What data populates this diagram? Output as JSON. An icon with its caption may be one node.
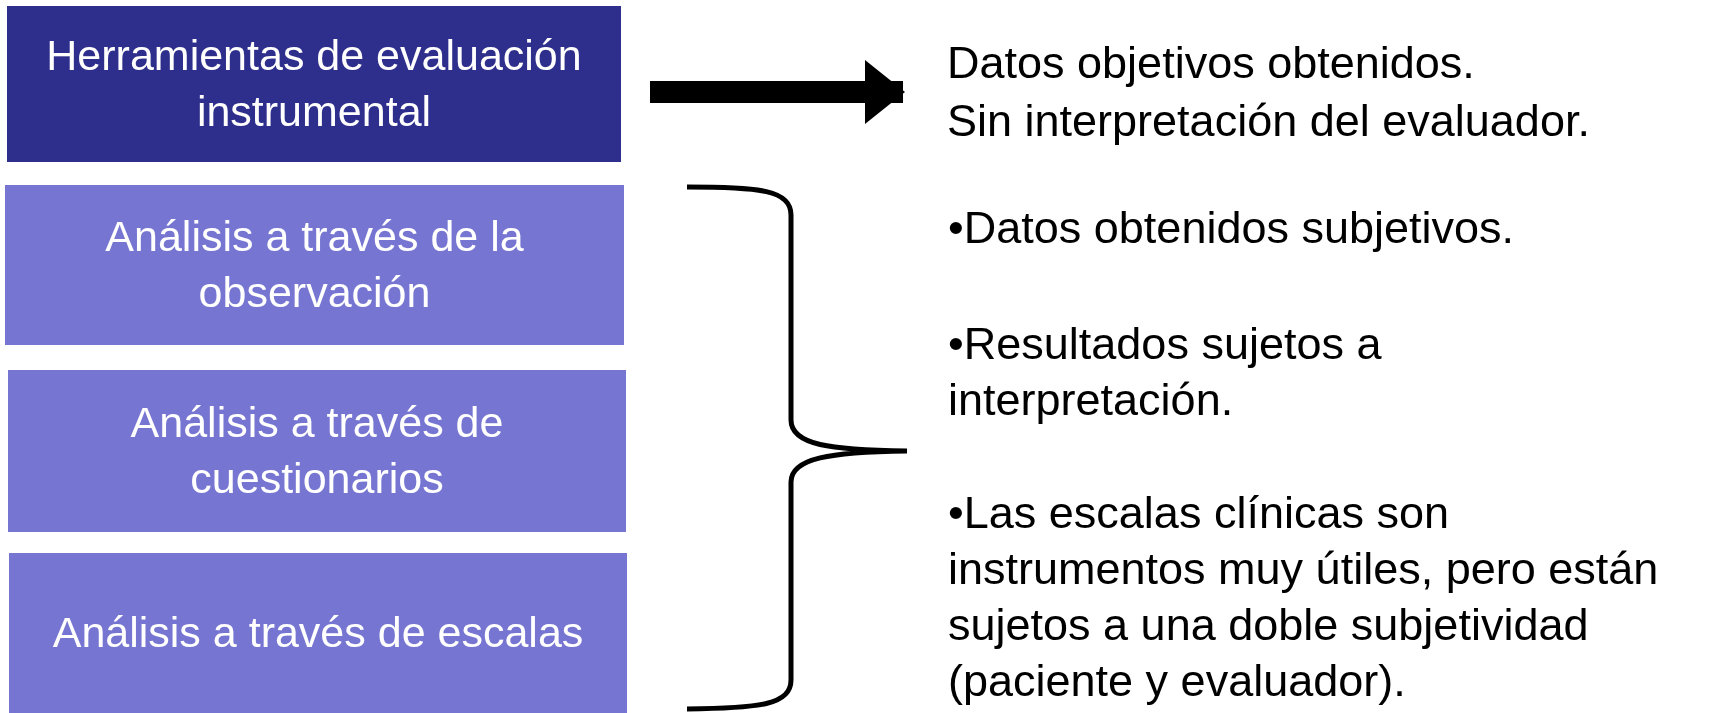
{
  "diagram": {
    "nodes": [
      {
        "text": [
          "Herramientas de evaluación instrumental"
        ]
      },
      {
        "text": [
          "Datos objetivos obtenidos.",
          "Sin interpretación del evaluador."
        ]
      },
      {
        "text": [
          "Análisis a través de la observación"
        ]
      },
      {
        "text": [
          "Análisis a través de cuestionarios"
        ]
      },
      {
        "text": [
          "Análisis a través de escalas"
        ]
      }
    ],
    "edges": [
      {
        "from": 0,
        "to": 1,
        "arrow": "to"
      }
    ],
    "labels": [
      "•Datos obtenidos subjetivos.",
      "•Resultados sujetos a interpretación.",
      "•Las escalas clínicas son instrumentos muy útiles, pero están sujetos a una doble subjetividad (paciente y evaluador)."
    ]
  }
}
